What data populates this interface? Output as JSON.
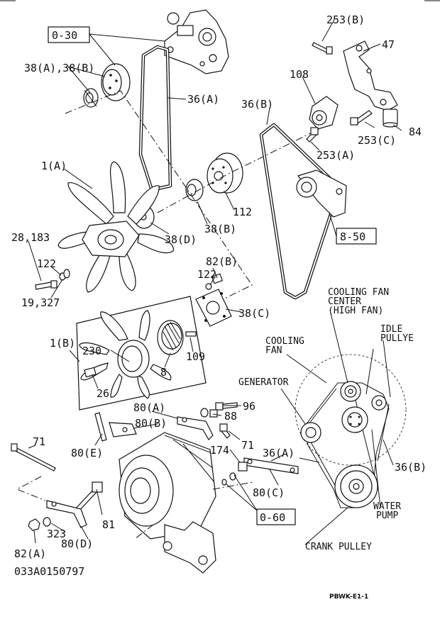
{
  "refs": {
    "ref_0_30": "0-30",
    "ref_8_50": "8-50",
    "ref_0_60": "0-60"
  },
  "callouts": {
    "c_253b": "253(B)",
    "c_47": "47",
    "c_108": "108",
    "c_36b_top": "36(B)",
    "c_253c": "253(C)",
    "c_84": "84",
    "c_253a": "253(A)",
    "c_38ab": "38(A),38(B)",
    "c_36a_top": "36(A)",
    "c_1a": "1(A)",
    "c_112": "112",
    "c_38d": "38(D)",
    "c_38b": "38(B)",
    "c_28_183": "28,183",
    "c_122_left": "122",
    "c_19_327": "19,327",
    "c_82b": "82(B)",
    "c_122_right": "122",
    "c_38c": "38(C)",
    "c_1b": "1(B)",
    "c_230": "230",
    "c_109": "109",
    "c_8": "8",
    "c_26": "26",
    "c_80a": "80(A)",
    "c_96": "96",
    "c_88": "88",
    "c_80b": "80(B)",
    "c_71_right": "71",
    "c_71_left": "71",
    "c_80e": "80(E)",
    "c_174": "174",
    "c_36a_bottom": "36(A)",
    "c_80c": "80(C)",
    "c_81": "81",
    "c_323": "323",
    "c_80d": "80(D)",
    "c_82a": "82(A)",
    "c_36b_bottom": "36(B)"
  },
  "schematic": {
    "cooling_fan_center_1": "COOLING FAN",
    "cooling_fan_center_2": "CENTER",
    "cooling_fan_center_3": "(HIGH FAN)",
    "idle_pulley_1": "IDLE",
    "idle_pulley_2": "PULLYE",
    "cooling_fan_1": "COOLING",
    "cooling_fan_2": "FAN",
    "generator": "GENERATOR",
    "water_pump_1": "WATER",
    "water_pump_2": "PUMP",
    "crank_pulley": "CRANK PULLEY"
  },
  "footer": {
    "drawing_number": "033A0150797",
    "code": "PBWK-E1-1"
  }
}
